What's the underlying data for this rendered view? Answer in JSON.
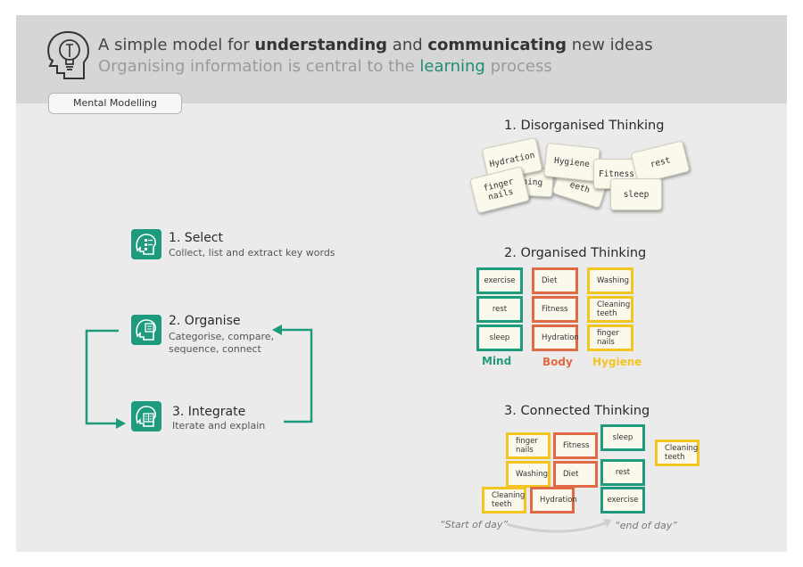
{
  "header": {
    "title_pre": "A simple model for ",
    "title_b1": "understanding",
    "title_mid": " and ",
    "title_b2": "communicating",
    "title_post": " new ideas",
    "subtitle_pre": "Organising information is central to the ",
    "subtitle_hl": "learning",
    "subtitle_post": " process",
    "tag": "Mental Modelling"
  },
  "steps": [
    {
      "title": "1. Select",
      "desc": "Collect, list and extract key words"
    },
    {
      "title": "2. Organise",
      "desc1": "Categorise, compare,",
      "desc2": "sequence, connect"
    },
    {
      "title": "3. Integrate",
      "desc": "Iterate and explain"
    }
  ],
  "disorganised": {
    "title": "1. Disorganised Thinking",
    "cards": [
      "Hydration",
      "Hygiene",
      "Fitness",
      "rest",
      "finger nails",
      "shing",
      "eeth",
      "sleep"
    ]
  },
  "organised": {
    "title": "2. Organised Thinking",
    "groups": [
      {
        "label": "Mind",
        "color": "#1e9b7c",
        "items": [
          "exercise",
          "rest",
          "sleep"
        ]
      },
      {
        "label": "Body",
        "color": "#e06a45",
        "items": [
          "Diet",
          "Fitness",
          "Hydration"
        ]
      },
      {
        "label": "Hygiene",
        "color": "#f2c520",
        "items": [
          "Washing",
          "Cleaning teeth",
          "finger nails"
        ]
      }
    ]
  },
  "connected": {
    "title": "3. Connected Thinking",
    "cards": [
      "finger nails",
      "Fitness",
      "sleep",
      "Cleaning teeth",
      "Washing",
      "Diet",
      "rest",
      "Cleaning teeth",
      "Hydration",
      "exercise"
    ],
    "start_label": "“Start of day”",
    "end_label": "“end of day”"
  },
  "colors": {
    "accent": "#1e9b7c",
    "orange": "#e06a45",
    "yellow": "#f2c520"
  }
}
